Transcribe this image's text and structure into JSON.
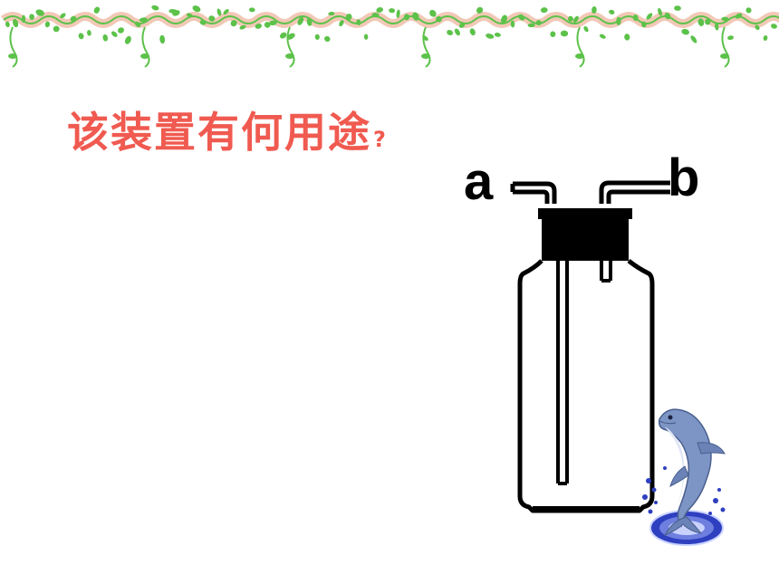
{
  "question": {
    "text": "该装置有何用途",
    "mark": "?"
  },
  "ports": {
    "a": "a",
    "b": "b"
  },
  "decorations": {
    "top_border": "vine-border",
    "mascot": "dolphin-icon"
  },
  "colors": {
    "question_text": "#f05a50",
    "vine_leaf": "#5cc24a",
    "vine_stem": "#e89a7a",
    "bottle_outline": "#000000",
    "dolphin": "#7d95c4",
    "water": "#2e3fbf"
  }
}
